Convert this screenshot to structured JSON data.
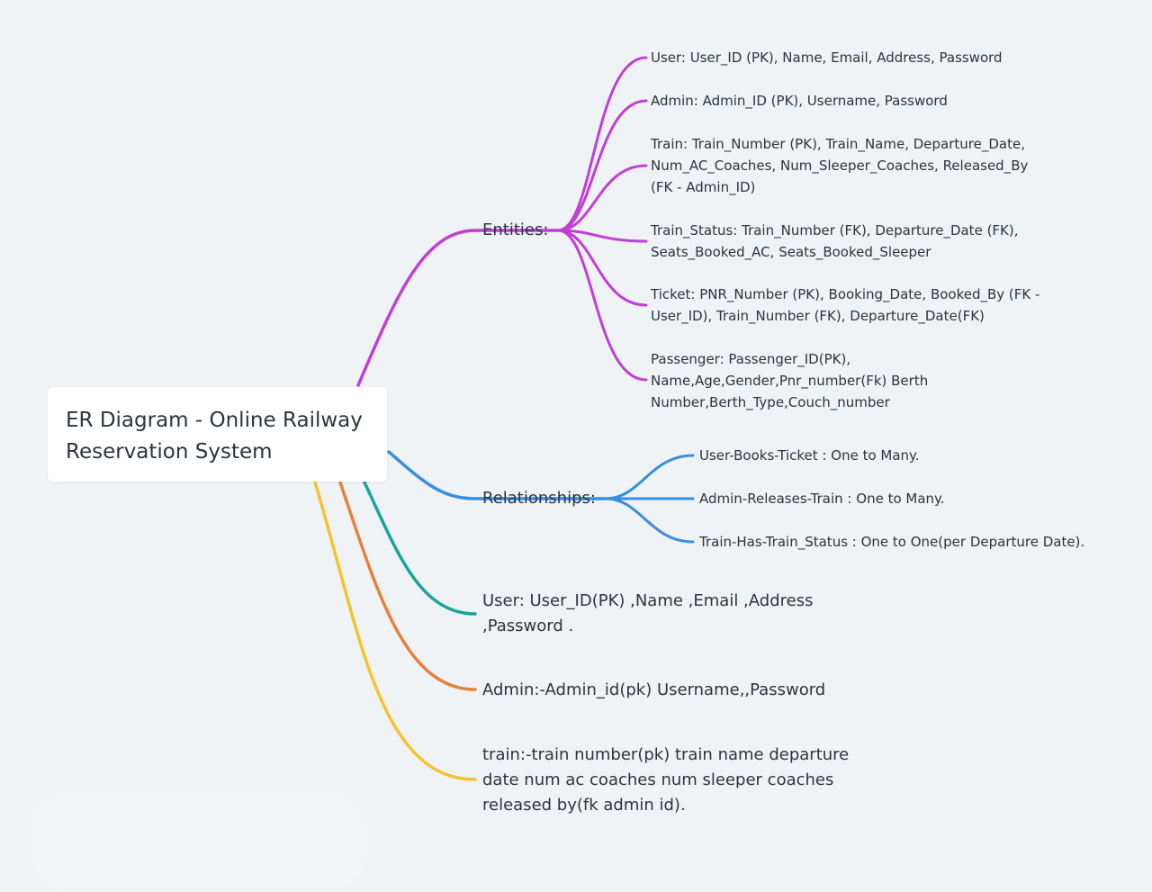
{
  "colors": {
    "background": "#eff3f6",
    "entities_branch": "#c23fd4",
    "relationships_branch": "#3a8ee0",
    "user_branch": "#1aa597",
    "admin_branch": "#e8803c",
    "train_branch": "#f4c430"
  },
  "root": {
    "title_line1": "ER Diagram - Online Railway",
    "title_line2": "Reservation System"
  },
  "entities": {
    "label": "Entities:",
    "items": [
      {
        "lines": [
          "User: User_ID (PK), Name, Email, Address, Password"
        ]
      },
      {
        "lines": [
          "Admin: Admin_ID (PK), Username, Password"
        ]
      },
      {
        "lines": [
          "Train: Train_Number (PK), Train_Name, Departure_Date,",
          "Num_AC_Coaches, Num_Sleeper_Coaches, Released_By",
          "(FK - Admin_ID)"
        ]
      },
      {
        "lines": [
          "Train_Status: Train_Number (FK), Departure_Date (FK),",
          "Seats_Booked_AC, Seats_Booked_Sleeper"
        ]
      },
      {
        "lines": [
          "Ticket: PNR_Number (PK), Booking_Date, Booked_By (FK -",
          "User_ID), Train_Number (FK), Departure_Date(FK)"
        ]
      },
      {
        "lines": [
          "Passenger: Passenger_ID(PK),",
          "Name,Age,Gender,Pnr_number(Fk) Berth",
          "Number,Berth_Type,Couch_number"
        ]
      }
    ]
  },
  "relationships": {
    "label": "Relationships:",
    "items": [
      "User-Books-Ticket : One to Many.",
      "Admin-Releases-Train : One to Many.",
      "Train-Has-Train_Status : One to One(per Departure Date)."
    ]
  },
  "user_topic": {
    "line1": "User: User_ID(PK) ,Name ,Email ,Address",
    "line2": ",Password ."
  },
  "admin_topic": {
    "line1": "Admin:-Admin_id(pk) Username,,Password"
  },
  "train_topic": {
    "line1": "train:-train number(pk) train name departure",
    "line2": "date num ac coaches num sleeper coaches",
    "line3": "released by(fk admin id)."
  }
}
